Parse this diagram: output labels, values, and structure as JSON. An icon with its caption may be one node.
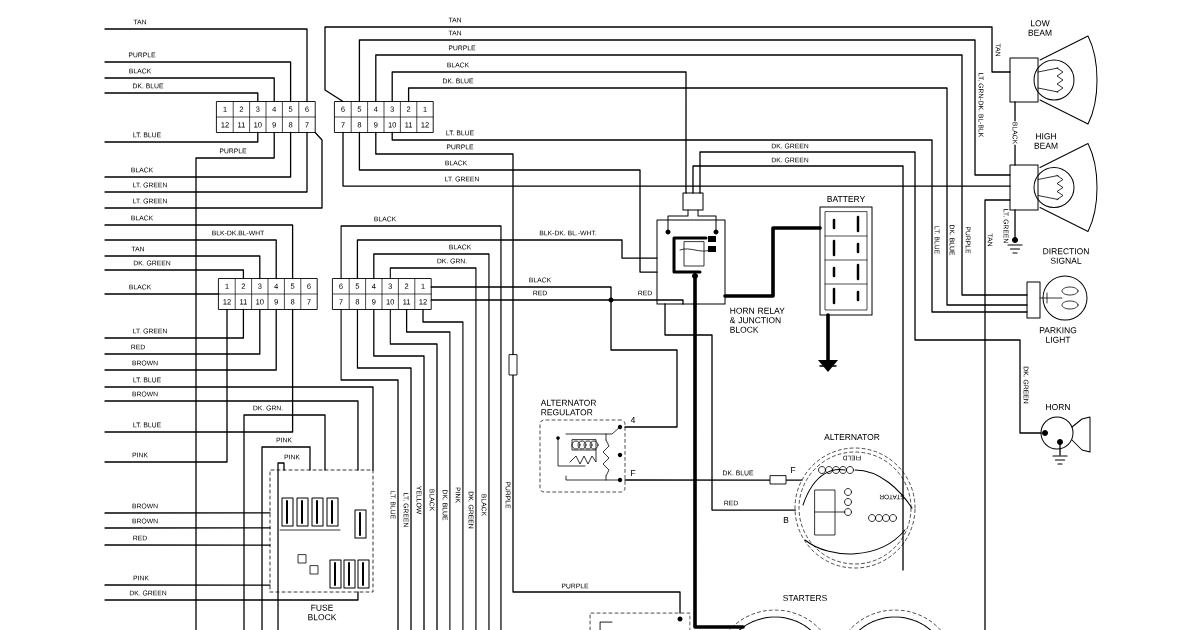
{
  "diagram": {
    "nodes": [
      {
        "text": [
          "1",
          "2",
          "3",
          "4",
          "5",
          "6",
          "12",
          "11",
          "10",
          "9",
          "8",
          "7"
        ]
      },
      {
        "text": [
          "6",
          "5",
          "4",
          "3",
          "2",
          "1",
          "7",
          "8",
          "9",
          "10",
          "11",
          "12"
        ]
      },
      {
        "text": [
          "1",
          "2",
          "3",
          "4",
          "5",
          "6",
          "12",
          "11",
          "10",
          "9",
          "8",
          "7"
        ]
      },
      {
        "text": [
          "6",
          "5",
          "4",
          "3",
          "2",
          "1",
          "7",
          "8",
          "9",
          "10",
          "11",
          "12"
        ]
      },
      {
        "text": [
          "HORN RELAY & JUNCTION BLOCK"
        ]
      },
      {
        "text": [
          "BATTERY"
        ]
      },
      {
        "text": [
          "ALTERNATOR REGULATOR"
        ],
        "beside": [
          "4",
          "F"
        ]
      },
      {
        "text": [
          "ALTERNATOR",
          "FIELD",
          "STATOR"
        ],
        "beside": [
          "F",
          "B"
        ]
      },
      {
        "text": [
          "STARTERS"
        ]
      },
      {
        "text": [],
        "shape": "box"
      },
      {
        "text": [
          "LOW BEAM"
        ]
      },
      {
        "text": [
          "HIGH BEAM"
        ]
      },
      {
        "text": [
          "DIRECTION SIGNAL",
          "PARKING LIGHT"
        ]
      },
      {
        "text": [
          "HORN"
        ]
      },
      {
        "text": [
          "FUSE BLOCK"
        ]
      }
    ],
    "edges": [
      {
        "from": null,
        "to": 0,
        "arrow": "none",
        "label": "TAN"
      },
      {
        "from": null,
        "to": 0,
        "arrow": "none",
        "label": "PURPLE"
      },
      {
        "from": null,
        "to": 0,
        "arrow": "none",
        "label": "BLACK"
      },
      {
        "from": null,
        "to": 0,
        "arrow": "none",
        "label": "DK. BLUE"
      },
      {
        "from": null,
        "to": 0,
        "arrow": "none",
        "label": "LT. BLUE"
      },
      {
        "from": 0,
        "to": null,
        "arrow": "none",
        "label": "PURPLE"
      },
      {
        "from": null,
        "to": 0,
        "arrow": "none",
        "label": "BLACK"
      },
      {
        "from": null,
        "to": 0,
        "arrow": "none",
        "label": "LT. GREEN"
      },
      {
        "from": null,
        "to": 0,
        "arrow": "none",
        "label": "LT. GREEN"
      },
      {
        "from": null,
        "to": 2,
        "arrow": "none",
        "label": "BLACK"
      },
      {
        "from": null,
        "to": 2,
        "arrow": "none",
        "label": "BLK-DK.BL-WHT"
      },
      {
        "from": null,
        "to": 2,
        "arrow": "none",
        "label": "TAN"
      },
      {
        "from": null,
        "to": 2,
        "arrow": "none",
        "label": "DK. GREEN"
      },
      {
        "from": null,
        "to": 2,
        "arrow": "none",
        "label": "BLACK"
      },
      {
        "from": null,
        "to": 2,
        "arrow": "none",
        "label": "LT. GREEN"
      },
      {
        "from": null,
        "to": 2,
        "arrow": "none",
        "label": "RED"
      },
      {
        "from": null,
        "to": 2,
        "arrow": "none",
        "label": "BROWN"
      },
      {
        "from": null,
        "to": 14,
        "arrow": "none",
        "label": "LT. BLUE"
      },
      {
        "from": null,
        "to": 14,
        "arrow": "none",
        "label": "BROWN"
      },
      {
        "from": null,
        "to": 2,
        "arrow": "none",
        "label": "LT. BLUE"
      },
      {
        "from": null,
        "to": 2,
        "arrow": "none",
        "label": "PINK"
      },
      {
        "from": null,
        "to": 14,
        "arrow": "none",
        "label": "BROWN"
      },
      {
        "from": null,
        "to": 14,
        "arrow": "none",
        "label": "BROWN"
      },
      {
        "from": null,
        "to": 14,
        "arrow": "none",
        "label": "RED"
      },
      {
        "from": null,
        "to": 14,
        "arrow": "none",
        "label": "PINK"
      },
      {
        "from": null,
        "to": 14,
        "arrow": "none",
        "label": "DK. GREEN"
      },
      {
        "from": 14,
        "to": null,
        "arrow": "none",
        "label": "DK. GRN."
      },
      {
        "from": 14,
        "to": null,
        "arrow": "none",
        "label": "PINK"
      },
      {
        "from": 14,
        "to": null,
        "arrow": "none",
        "label": "PINK"
      },
      {
        "from": 1,
        "to": 10,
        "arrow": "none",
        "label": "TAN"
      },
      {
        "from": 1,
        "to": 11,
        "arrow": "none",
        "label": "TAN"
      },
      {
        "from": 1,
        "to": 12,
        "arrow": "none",
        "label": "PURPLE"
      },
      {
        "from": 1,
        "to": 4,
        "arrow": "none",
        "label": "BLACK"
      },
      {
        "from": 1,
        "to": 12,
        "arrow": "none",
        "label": "DK. BLUE"
      },
      {
        "from": 1,
        "to": 12,
        "arrow": "none",
        "label": "LT. BLUE"
      },
      {
        "from": 1,
        "to": 9,
        "arrow": "none",
        "label": "PURPLE"
      },
      {
        "from": 1,
        "to": 4,
        "arrow": "none",
        "label": "BLACK"
      },
      {
        "from": 1,
        "to": 11,
        "arrow": "none",
        "label": "LT. GREEN"
      },
      {
        "from": 3,
        "to": null,
        "arrow": "none",
        "label": "BLACK"
      },
      {
        "from": 3,
        "to": 4,
        "arrow": "none",
        "label": "BLK-DK. BL.-WHT."
      },
      {
        "from": 3,
        "to": null,
        "arrow": "none",
        "label": "BLACK"
      },
      {
        "from": 3,
        "to": null,
        "arrow": "none",
        "label": "DK. GRN."
      },
      {
        "from": 3,
        "to": 6,
        "arrow": "none",
        "label": "BLACK"
      },
      {
        "from": 3,
        "to": 4,
        "arrow": "none",
        "label": "RED"
      },
      {
        "from": 4,
        "to": 8,
        "arrow": "none",
        "style": "thick"
      },
      {
        "from": 5,
        "to": 4,
        "arrow": "none",
        "style": "thick"
      },
      {
        "from": 6,
        "to": 7,
        "arrow": "none",
        "label": "DK. BLUE"
      },
      {
        "from": 4,
        "to": 7,
        "arrow": "none",
        "label": "RED"
      },
      {
        "from": 4,
        "to": 13,
        "arrow": "none",
        "label": "DK. GREEN"
      },
      {
        "from": 4,
        "to": null,
        "arrow": "none",
        "label": "DK. GREEN"
      },
      {
        "from": 3,
        "to": null,
        "arrow": "none"
      },
      {
        "from": 3,
        "to": null,
        "arrow": "none"
      },
      {
        "from": 3,
        "to": null,
        "arrow": "none"
      },
      {
        "from": 3,
        "to": null,
        "arrow": "none"
      },
      {
        "from": 3,
        "to": null,
        "arrow": "none"
      },
      {
        "from": 3,
        "to": null,
        "arrow": "none"
      },
      {
        "from": 11,
        "to": null,
        "arrow": "none"
      },
      {
        "from": 10,
        "to": 11,
        "arrow": "none",
        "label": "BLACK"
      }
    ],
    "labels": [
      "LT. BLUE",
      "LT. GREEN",
      "YELLOW",
      "BLACK",
      "DK. BLUE",
      "PINK",
      "DK. GREEN",
      "BLACK",
      "PURPLE",
      "PURPLE",
      "RED",
      "TAN",
      "LT. GRN-DK. BL-BLK",
      "LT. BLUE",
      "DK. BLUE",
      "PURPLE",
      "TAN",
      "LT. GREEN",
      "DK. GREEN"
    ]
  }
}
